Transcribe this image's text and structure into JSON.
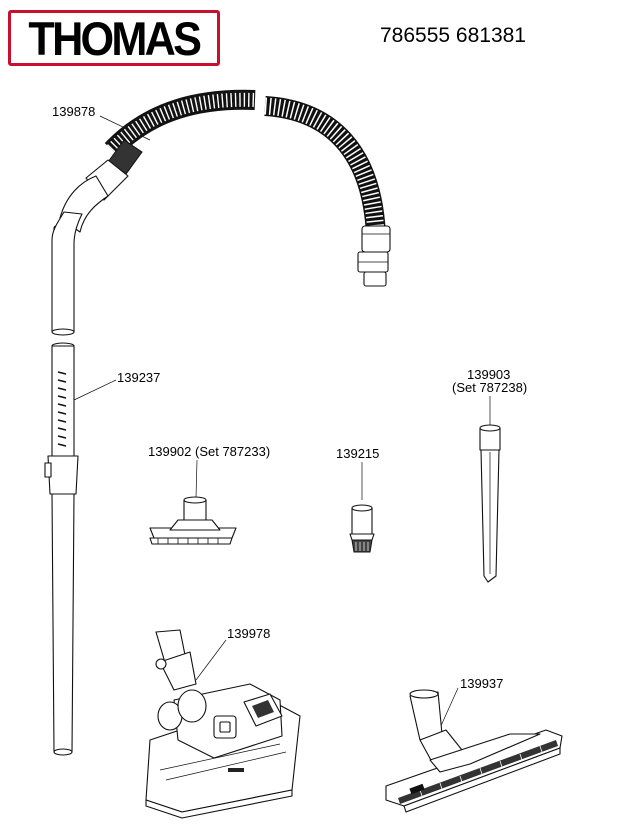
{
  "header": {
    "brand": "THOMAS",
    "document_code": "786555 681381"
  },
  "parts": [
    {
      "id": "hose",
      "number": "139878"
    },
    {
      "id": "telescopic-tube",
      "number": "139237"
    },
    {
      "id": "upholstery-nozzle",
      "number": "139902 (Set 787233)"
    },
    {
      "id": "mini-brush",
      "number": "139215"
    },
    {
      "id": "crevice-nozzle",
      "number": "139903",
      "note": "(Set 787238)"
    },
    {
      "id": "floor-nozzle",
      "number": "139978"
    },
    {
      "id": "parquet-nozzle",
      "number": "139937"
    }
  ],
  "colors": {
    "brand_red": "#c8102e",
    "line": "#111111"
  }
}
